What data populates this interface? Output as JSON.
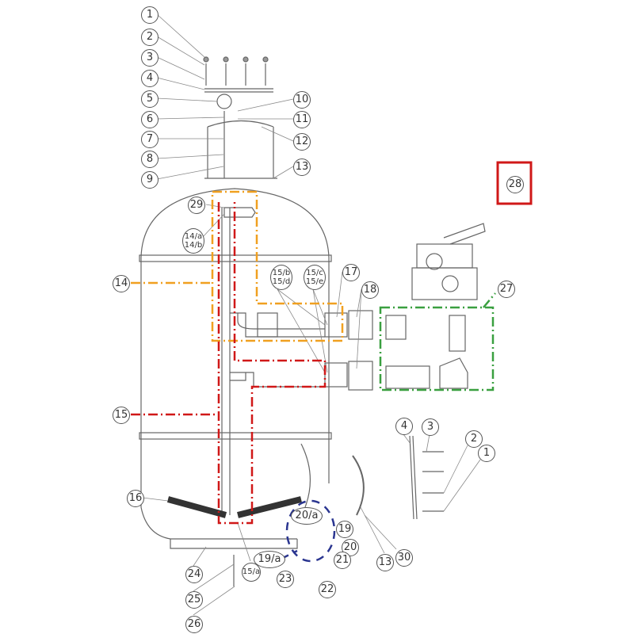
{
  "diagram": {
    "callouts": [
      {
        "id": "c1",
        "lines": [
          "1"
        ]
      },
      {
        "id": "c2",
        "lines": [
          "2"
        ]
      },
      {
        "id": "c3",
        "lines": [
          "3"
        ]
      },
      {
        "id": "c4",
        "lines": [
          "4"
        ]
      },
      {
        "id": "c5",
        "lines": [
          "5"
        ]
      },
      {
        "id": "c6",
        "lines": [
          "6"
        ]
      },
      {
        "id": "c7",
        "lines": [
          "7"
        ]
      },
      {
        "id": "c8",
        "lines": [
          "8"
        ]
      },
      {
        "id": "c9",
        "lines": [
          "9"
        ]
      },
      {
        "id": "c10",
        "lines": [
          "10"
        ]
      },
      {
        "id": "c11",
        "lines": [
          "11"
        ]
      },
      {
        "id": "c12",
        "lines": [
          "12"
        ]
      },
      {
        "id": "c13",
        "lines": [
          "13"
        ]
      },
      {
        "id": "c29",
        "lines": [
          "29"
        ]
      },
      {
        "id": "c14ab",
        "lines": [
          "14/a",
          "14/b"
        ]
      },
      {
        "id": "c14",
        "lines": [
          "14"
        ]
      },
      {
        "id": "c15bd",
        "lines": [
          "15/b",
          "15/d"
        ]
      },
      {
        "id": "c15ce",
        "lines": [
          "15/c",
          "15/e"
        ]
      },
      {
        "id": "c17",
        "lines": [
          "17"
        ]
      },
      {
        "id": "c18",
        "lines": [
          "18"
        ]
      },
      {
        "id": "c27",
        "lines": [
          "27"
        ]
      },
      {
        "id": "c28",
        "lines": [
          "28"
        ]
      },
      {
        "id": "c15",
        "lines": [
          "15"
        ]
      },
      {
        "id": "c16",
        "lines": [
          "16"
        ]
      },
      {
        "id": "c4r",
        "lines": [
          "4"
        ]
      },
      {
        "id": "c3r",
        "lines": [
          "3"
        ]
      },
      {
        "id": "c2r",
        "lines": [
          "2"
        ]
      },
      {
        "id": "c1r",
        "lines": [
          "1"
        ]
      },
      {
        "id": "c20a",
        "lines": [
          "20/a"
        ]
      },
      {
        "id": "c19",
        "lines": [
          "19"
        ]
      },
      {
        "id": "c20",
        "lines": [
          "20"
        ]
      },
      {
        "id": "c19a",
        "lines": [
          "19/a"
        ]
      },
      {
        "id": "c21",
        "lines": [
          "21"
        ]
      },
      {
        "id": "c23",
        "lines": [
          "23"
        ]
      },
      {
        "id": "c22",
        "lines": [
          "22"
        ]
      },
      {
        "id": "c13b",
        "lines": [
          "13"
        ]
      },
      {
        "id": "c30",
        "lines": [
          "30"
        ]
      },
      {
        "id": "c24",
        "lines": [
          "24"
        ]
      },
      {
        "id": "c15a",
        "lines": [
          "15/a"
        ]
      },
      {
        "id": "c25",
        "lines": [
          "25"
        ]
      },
      {
        "id": "c26",
        "lines": [
          "26"
        ]
      }
    ],
    "colors": {
      "orange": "#f0a020",
      "red": "#d01818",
      "green": "#3aa040",
      "blue": "#2a3590",
      "line": "#555555"
    }
  }
}
